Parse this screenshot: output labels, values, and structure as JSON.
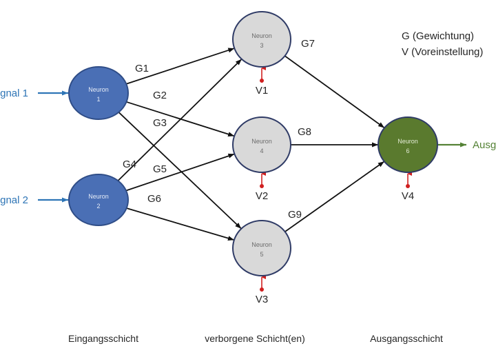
{
  "diagram": {
    "title": "Neural network: input, hidden and output layers",
    "colors": {
      "input_neuron_fill": "#4a6fb5",
      "input_neuron_stroke": "#2f4d87",
      "input_text": "#e6ecf7",
      "hidden_neuron_fill": "#d9d9d9",
      "hidden_neuron_stroke": "#2f3b66",
      "hidden_text": "#6b6b6b",
      "output_neuron_fill": "#5a7a2e",
      "output_neuron_stroke": "#2f3b66",
      "output_text": "#e4ecd6",
      "edge": "#111111",
      "bias": "#d02020",
      "input_signal": "#2e75b6",
      "output_signal": "#548235"
    },
    "legend": {
      "weight": "G (Gewichtung)",
      "bias": "V (Voreinstellung)"
    },
    "inputs": [
      {
        "id": "signal-1",
        "label": "Signal 1",
        "target": "n1"
      },
      {
        "id": "signal-2",
        "label": "Signal 2",
        "target": "n2"
      }
    ],
    "output": {
      "id": "output",
      "label": "Ausgabe",
      "source": "n6"
    },
    "neurons": [
      {
        "id": "n1",
        "layer": "input",
        "line1": "Neuron",
        "line2": "1"
      },
      {
        "id": "n2",
        "layer": "input",
        "line1": "Neuron",
        "line2": "2"
      },
      {
        "id": "n3",
        "layer": "hidden",
        "line1": "Neuron",
        "line2": "3"
      },
      {
        "id": "n4",
        "layer": "hidden",
        "line1": "Neuron",
        "line2": "4"
      },
      {
        "id": "n5",
        "layer": "hidden",
        "line1": "Neuron",
        "line2": "5"
      },
      {
        "id": "n6",
        "layer": "output",
        "line1": "Neuron",
        "line2": "6"
      }
    ],
    "edges": [
      {
        "from": "n1",
        "to": "n3",
        "weight": "G1"
      },
      {
        "from": "n1",
        "to": "n4",
        "weight": "G2"
      },
      {
        "from": "n1",
        "to": "n5",
        "weight": "G3"
      },
      {
        "from": "n2",
        "to": "n3",
        "weight": "G4"
      },
      {
        "from": "n2",
        "to": "n4",
        "weight": "G5"
      },
      {
        "from": "n2",
        "to": "n5",
        "weight": "G6"
      },
      {
        "from": "n3",
        "to": "n6",
        "weight": "G7"
      },
      {
        "from": "n4",
        "to": "n6",
        "weight": "G8"
      },
      {
        "from": "n5",
        "to": "n6",
        "weight": "G9"
      }
    ],
    "biases": [
      {
        "neuron": "n3",
        "label": "V1"
      },
      {
        "neuron": "n4",
        "label": "V2"
      },
      {
        "neuron": "n5",
        "label": "V3"
      },
      {
        "neuron": "n6",
        "label": "V4"
      }
    ],
    "layers": [
      {
        "id": "input",
        "label": "Eingangsschicht"
      },
      {
        "id": "hidden",
        "label": "verborgene Schicht(en)"
      },
      {
        "id": "output",
        "label": "Ausgangsschicht"
      }
    ]
  }
}
